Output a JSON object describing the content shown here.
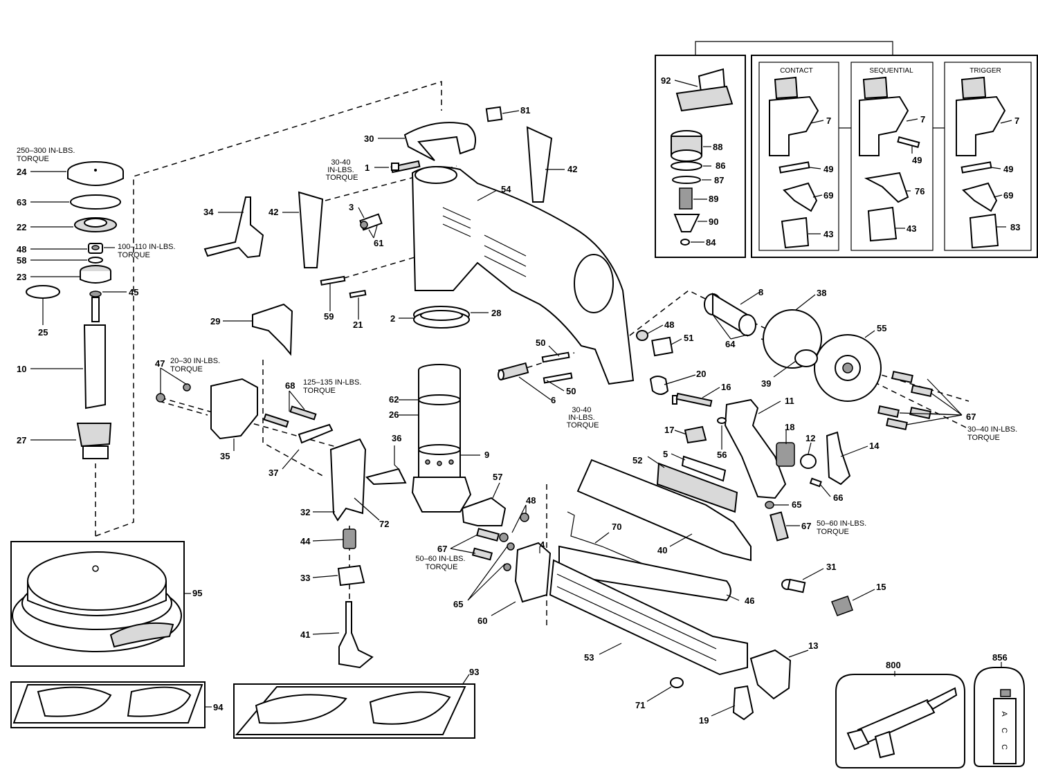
{
  "variants": {
    "contact": "CONTACT",
    "sequential": "SEQUENTIAL",
    "trigger": "TRIGGER"
  },
  "callouts": {
    "c1": "1",
    "c2": "2",
    "c3": "3",
    "c4": "4",
    "c5": "5",
    "c6": "6",
    "c7a": "7",
    "c7b": "7",
    "c7c": "7",
    "c8": "8",
    "c9": "9",
    "c10": "10",
    "c11": "11",
    "c12": "12",
    "c13": "13",
    "c14": "14",
    "c15": "15",
    "c16": "16",
    "c17": "17",
    "c18": "18",
    "c19": "19",
    "c20": "20",
    "c21": "21",
    "c22": "22",
    "c23": "23",
    "c24": "24",
    "c25": "25",
    "c26": "26",
    "c27": "27",
    "c28": "28",
    "c29": "29",
    "c30": "30",
    "c31": "31",
    "c32": "32",
    "c33": "33",
    "c34": "34",
    "c35": "35",
    "c36": "36",
    "c37": "37",
    "c38": "38",
    "c39": "39",
    "c40": "40",
    "c41": "41",
    "c42a": "42",
    "c42b": "42",
    "c43a": "43",
    "c43b": "43",
    "c44": "44",
    "c45": "45",
    "c46": "46",
    "c47": "47",
    "c48a": "48",
    "c48b": "48",
    "c48c": "48",
    "c49a": "49",
    "c49b": "49",
    "c49c": "49",
    "c50a": "50",
    "c50b": "50",
    "c51": "51",
    "c52": "52",
    "c53": "53",
    "c54": "54",
    "c55": "55",
    "c56": "56",
    "c57": "57",
    "c58": "58",
    "c59": "59",
    "c60": "60",
    "c61": "61",
    "c62": "62",
    "c63": "63",
    "c64": "64",
    "c65a": "65",
    "c65b": "65",
    "c66": "66",
    "c67a": "67",
    "c67b": "67",
    "c67c": "67",
    "c68": "68",
    "c69a": "69",
    "c69b": "69",
    "c70": "70",
    "c71": "71",
    "c72": "72",
    "c76": "76",
    "c81": "81",
    "c83": "83",
    "c84": "84",
    "c86": "86",
    "c87": "87",
    "c88": "88",
    "c89": "89",
    "c90": "90",
    "c92": "92",
    "c93": "93",
    "c94": "94",
    "c95": "95",
    "c800": "800",
    "c856": "856"
  },
  "torque": {
    "t24": [
      "250–300 IN-LBS.",
      "TORQUE"
    ],
    "t48": [
      "100–110 IN-LBS.",
      "TORQUE"
    ],
    "t1": [
      "30-40",
      "IN-LBS.",
      "TORQUE"
    ],
    "t47": [
      "20–30 IN-LBS.",
      "TORQUE"
    ],
    "t68": [
      "125–135 IN-LBS.",
      "TORQUE"
    ],
    "t50": [
      "30-40",
      "IN-LBS.",
      "TORQUE"
    ],
    "t67r": [
      "30–40 IN-LBS.",
      "TORQUE"
    ],
    "t67b": [
      "50–60 IN-LBS.",
      "TORQUE"
    ],
    "t67m": [
      "50–60 IN-LBS.",
      "TORQUE"
    ]
  },
  "label_strip": [
    "A",
    "C",
    "C"
  ]
}
